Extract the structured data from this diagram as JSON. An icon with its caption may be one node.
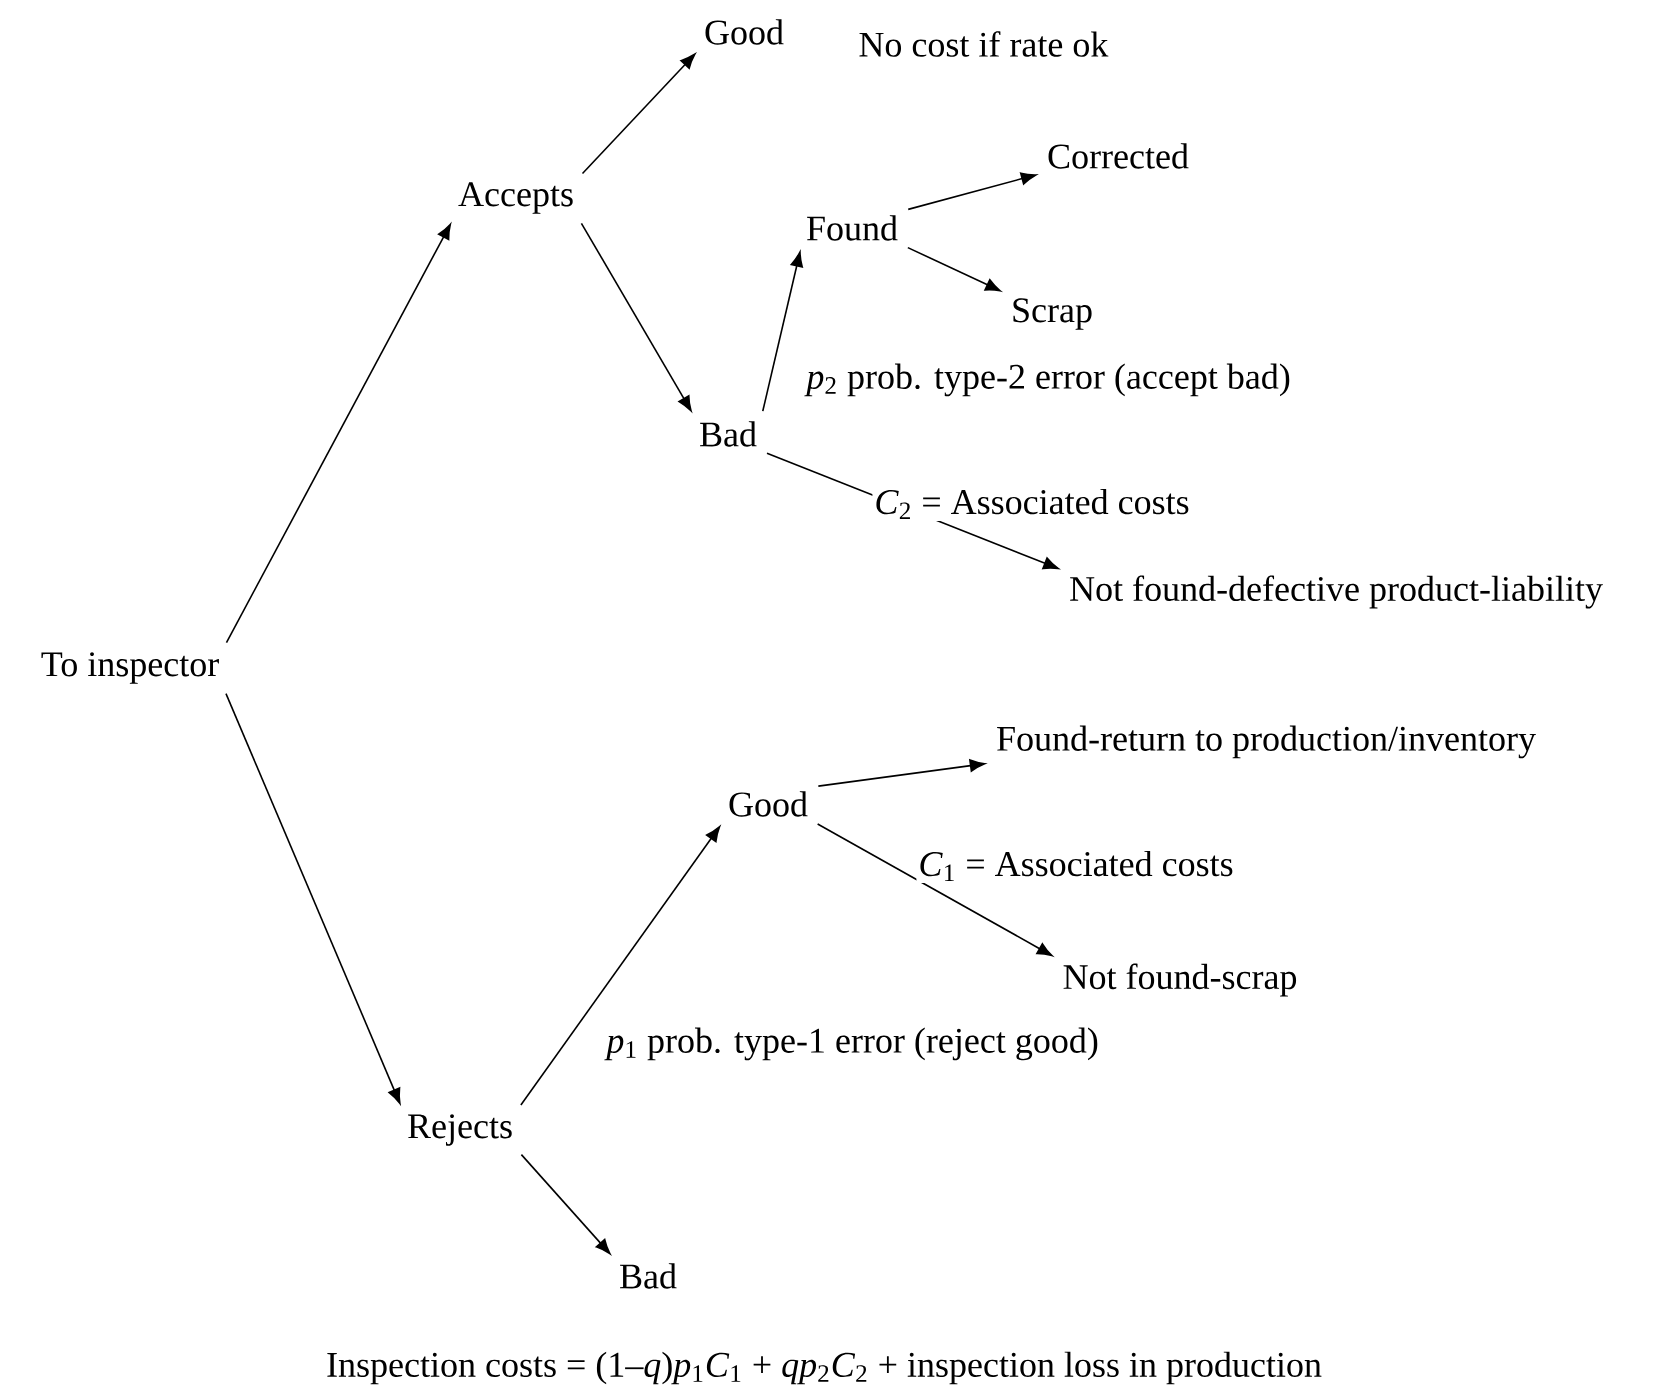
{
  "diagram": {
    "caption": "Inspection costs = (1–*q*)*p*$_{1}$*C*$_{1}$ + *qp*$_{2}$*C*$_{2}$ + inspection loss in production",
    "nodes": [
      {
        "text": [
          "To inspector"
        ]
      },
      {
        "text": [
          "Accepts"
        ]
      },
      {
        "text": [
          "Good"
        ]
      },
      {
        "text": [
          "Bad"
        ]
      },
      {
        "text": [
          "Found"
        ]
      },
      {
        "text": [
          "Corrected"
        ]
      },
      {
        "text": [
          "Scrap"
        ]
      },
      {
        "text": [
          "Not found-defective product-liability"
        ]
      },
      {
        "text": [
          "Good"
        ]
      },
      {
        "text": [
          "Found-return to production/inventory"
        ]
      },
      {
        "text": [
          "Not found-scrap"
        ]
      },
      {
        "text": [
          "Rejects"
        ]
      },
      {
        "text": [
          "Bad"
        ]
      }
    ],
    "edges": [
      {
        "from": 0,
        "to": 1,
        "arrow": "to"
      },
      {
        "from": 1,
        "to": 2,
        "arrow": "to"
      },
      {
        "from": 1,
        "to": 3,
        "arrow": "to"
      },
      {
        "from": 3,
        "to": 4,
        "arrow": "to"
      },
      {
        "from": 4,
        "to": 5,
        "arrow": "to"
      },
      {
        "from": 4,
        "to": 6,
        "arrow": "to"
      },
      {
        "from": 3,
        "to": 7,
        "arrow": "to"
      },
      {
        "from": 0,
        "to": 11,
        "arrow": "to"
      },
      {
        "from": 11,
        "to": 8,
        "arrow": "to"
      },
      {
        "from": 8,
        "to": 9,
        "arrow": "to"
      },
      {
        "from": 8,
        "to": 10,
        "arrow": "to"
      },
      {
        "from": 11,
        "to": 12,
        "arrow": "to"
      }
    ],
    "labels": [
      "No cost if rate ok",
      "*p*$_{2}$ prob. type-2 error (accept bad)",
      "*C*$_{2}$ = Associated costs",
      "*C*$_{1}$ = Associated costs",
      "*p*$_{1}$ prob. type-1 error (reject good)"
    ]
  }
}
